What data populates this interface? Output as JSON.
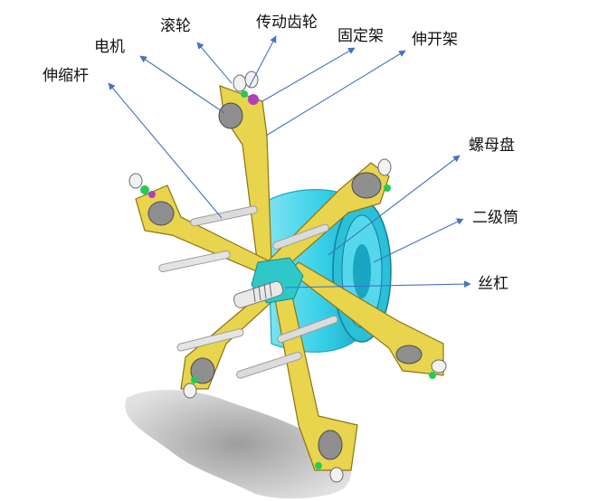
{
  "labels": {
    "motor": "电机",
    "roller": "滚轮",
    "drive_gear": "传动齿轮",
    "fixed_frame": "固定架",
    "extension_frame": "伸开架",
    "telescopic_rod": "伸缩杆",
    "nut_plate": "螺母盘",
    "secondary_cylinder": "二级筒",
    "lead_screw": "丝杠"
  },
  "colors": {
    "arm": "#e8d44d",
    "arm_edge": "#8a7414",
    "cylinder": "#35d0e8",
    "cylinder_dark": "#1aa6c2",
    "leader": "#4472c4",
    "rod": "#dcdcdc",
    "motor": "#8f8f8f",
    "gear_green": "#22cc55",
    "gear_purple": "#b040c0",
    "shadow": "#9a9a9a"
  }
}
